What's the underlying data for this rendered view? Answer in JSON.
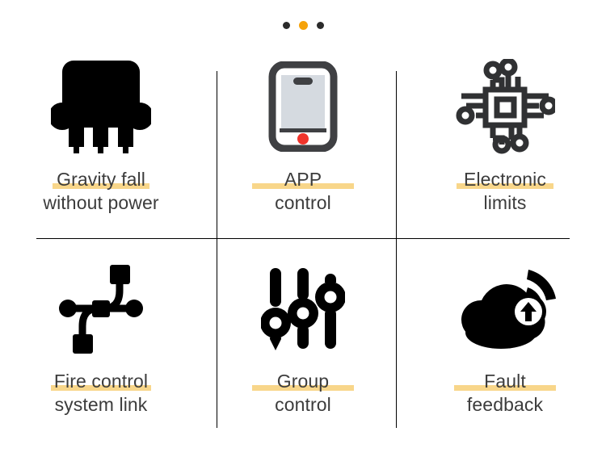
{
  "pager": {
    "name": "carousel-dots",
    "total": 3,
    "active_index": 1,
    "dot_color": "#2b2b2b",
    "active_color": "#f5a20a"
  },
  "theme": {
    "accent": "#f5a20a",
    "highlight": "#f8d68a",
    "text": "#3c3c3c",
    "icon_dark": "#000000",
    "icon_gray": "#3f4043",
    "screen": "#d5dae0",
    "red": "#f0342b",
    "divider": "#000000",
    "background": "#ffffff"
  },
  "features": [
    {
      "id": "gravity-fall-without-power",
      "icon": "transistor-icon",
      "line1": "Gravity fall",
      "line2": "without power",
      "highlight_width": 120
    },
    {
      "id": "app-control",
      "icon": "smartphone-icon",
      "line1": "APP",
      "line2": "control",
      "highlight_width": 126
    },
    {
      "id": "electronic-limits",
      "icon": "microchip-icon",
      "line1": "Electronic",
      "line2": "limits",
      "highlight_width": 120
    },
    {
      "id": "fire-control-system-link",
      "icon": "network-link-icon",
      "line1": "Fire control",
      "line2": "system link",
      "highlight_width": 124
    },
    {
      "id": "group-control",
      "icon": "sliders-icon",
      "line1": "Group",
      "line2": "control",
      "highlight_width": 126
    },
    {
      "id": "fault-feedback",
      "icon": "cloud-upload-wifi-icon",
      "line1": "Fault",
      "line2": "feedback",
      "highlight_width": 126
    }
  ]
}
